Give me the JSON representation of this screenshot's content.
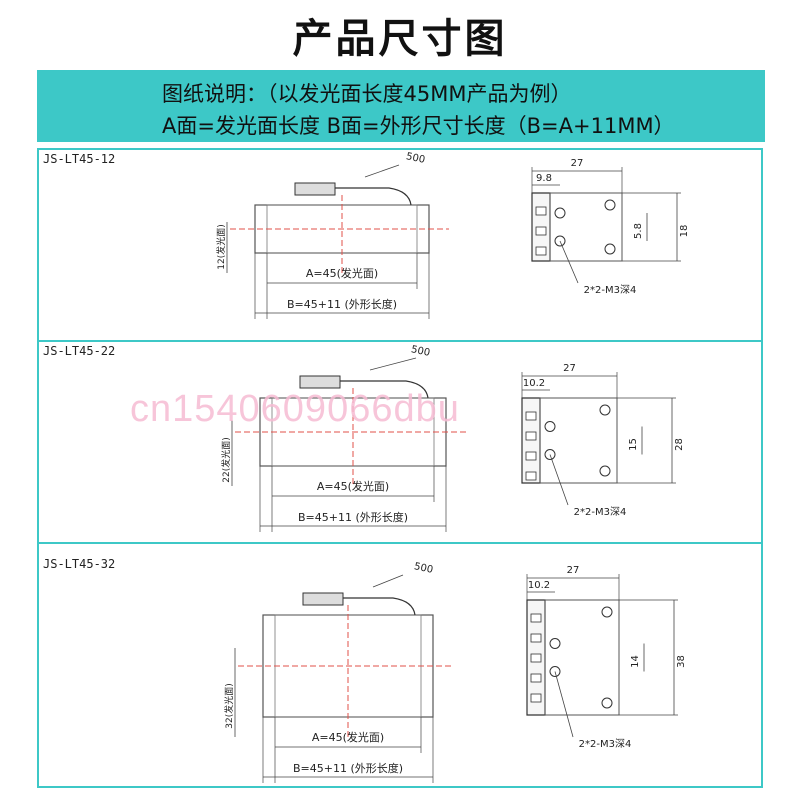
{
  "header": {
    "title": "产品尺寸图"
  },
  "banner": {
    "line1": "图纸说明：（以发光面长度45MM产品为例）",
    "line2": "A面=发光面长度   B面=外形尺寸长度（B=A+11MM）"
  },
  "panels": [
    {
      "model": "JS-LT45-12",
      "cable": "500",
      "a_label": "A=45(发光面)",
      "b_label": "B=45+11 (外形长度)",
      "height_label": "12(发光面)",
      "width_top": "27",
      "offset": "9.8",
      "mid_dim": "5.8",
      "outer_dim": "18",
      "hole_note": "2*2-M3深4"
    },
    {
      "model": "JS-LT45-22",
      "cable": "500",
      "a_label": "A=45(发光面)",
      "b_label": "B=45+11 (外形长度)",
      "height_label": "22(发光面)",
      "width_top": "27",
      "offset": "10.2",
      "mid_dim": "15",
      "outer_dim": "28",
      "hole_note": "2*2-M3深4"
    },
    {
      "model": "JS-LT45-32",
      "cable": "500",
      "a_label": "A=45(发光面)",
      "b_label": "B=45+11 (外形长度)",
      "height_label": "32(发光面)",
      "width_top": "27",
      "offset": "10.2",
      "mid_dim": "14",
      "outer_dim": "38",
      "hole_note": "2*2-M3深4"
    }
  ],
  "watermark": "cn1540609066dbu",
  "colors": {
    "accent": "#3dc8c7",
    "dash": "#e0504a",
    "watermark": "#f6bcd3"
  }
}
